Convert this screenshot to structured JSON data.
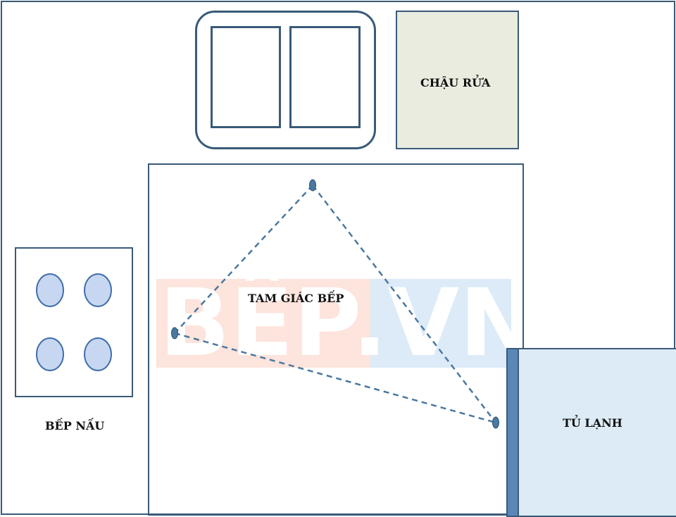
{
  "labels": {
    "sink": "CHẬU RỬA",
    "triangle": "TAM GIÁC BẾP",
    "stove": "BẾP NẤU",
    "fridge": "TỦ LẠNH"
  },
  "watermark": {
    "text_left": "BẾP",
    "text_right": ".VN",
    "colors": [
      "#fde4dc",
      "#dcebf7"
    ]
  },
  "colors": {
    "outline": "#3a5a78",
    "sink_fill": "#e9ecdf",
    "burner_fill": "#c7d7f1",
    "burner_stroke": "#3e6ea8",
    "fridge_fill": "#dcebf5",
    "fridge_edge": "#5b87b8",
    "dashed_line": "#4a78a0"
  }
}
